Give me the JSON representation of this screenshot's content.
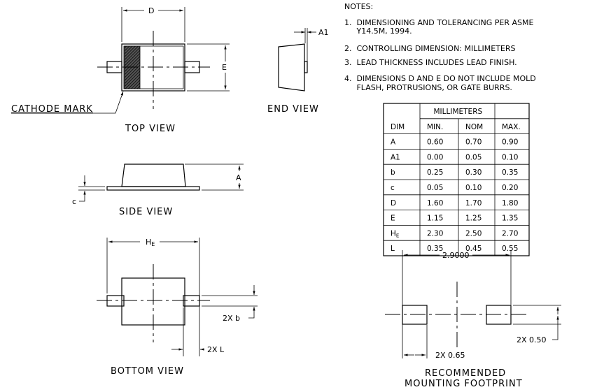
{
  "views": {
    "top": {
      "title": "TOP VIEW",
      "dim_d": "D",
      "dim_e": "E",
      "cathode_label": "CATHODE MARK"
    },
    "end": {
      "title": "END VIEW",
      "dim_a1": "A1"
    },
    "side": {
      "title": "SIDE VIEW",
      "dim_a": "A",
      "dim_c": "c"
    },
    "bottom": {
      "title": "BOTTOM VIEW",
      "dim_he": "H",
      "dim_he_sub": "E",
      "dim_b": "2X b",
      "dim_l": "2X L"
    }
  },
  "notes": {
    "heading": "NOTES:",
    "items": [
      "1.  DIMENSIONING AND TOLERANCING PER ASME",
      "     Y14.5M, 1994.",
      "2.  CONTROLLING DIMENSION: MILLIMETERS",
      "3.  LEAD THICKNESS INCLUDES LEAD FINISH.",
      "4.  DIMENSIONS D AND E DO NOT INCLUDE MOLD",
      "     FLASH, PROTRUSIONS, OR GATE BURRS."
    ]
  },
  "table": {
    "group_header": "MILLIMETERS",
    "headers": [
      "DIM",
      "MIN.",
      "NOM",
      "MAX."
    ],
    "rows": [
      [
        "A",
        "0.60",
        "0.70",
        "0.90"
      ],
      [
        "A1",
        "0.00",
        "0.05",
        "0.10"
      ],
      [
        "b",
        "0.25",
        "0.30",
        "0.35"
      ],
      [
        "c",
        "0.05",
        "0.10",
        "0.20"
      ],
      [
        "D",
        "1.60",
        "1.70",
        "1.80"
      ],
      [
        "E",
        "1.15",
        "1.25",
        "1.35"
      ],
      [
        "HE",
        "2.30",
        "2.50",
        "2.70"
      ],
      [
        "L",
        "0.35",
        "0.45",
        "0.55"
      ]
    ]
  },
  "footprint": {
    "pitch": "2.9000",
    "pad_width": "2X 0.65",
    "pad_height": "2X 0.50",
    "title_line1": "RECOMMENDED",
    "title_line2": "MOUNTING FOOTPRINT"
  }
}
